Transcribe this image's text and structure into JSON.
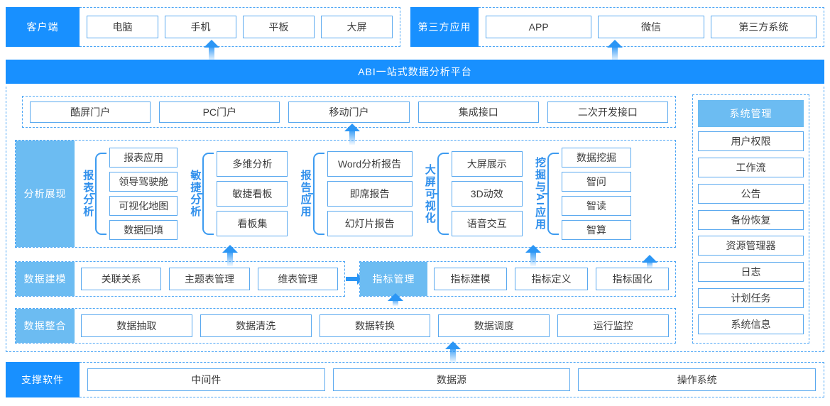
{
  "client": {
    "label": "客户端",
    "items": [
      "电脑",
      "手机",
      "平板",
      "大屏"
    ]
  },
  "third_party": {
    "label": "第三方应用",
    "items": [
      "APP",
      "微信",
      "第三方系统"
    ]
  },
  "banner": {
    "title": "ABI一站式数据分析平台"
  },
  "portal": {
    "items": [
      "酷屏门户",
      "PC门户",
      "移动门户",
      "集成接口",
      "二次开发接口"
    ]
  },
  "analysis": {
    "label": "分析展现",
    "groups": [
      {
        "label": "报表分析",
        "items": [
          "报表应用",
          "领导驾驶舱",
          "可视化地图",
          "数据回填"
        ]
      },
      {
        "label": "敏捷分析",
        "items": [
          "多维分析",
          "敏捷看板",
          "看板集"
        ]
      },
      {
        "label": "报告应用",
        "items": [
          "Word分析报告",
          "即席报告",
          "幻灯片报告"
        ]
      },
      {
        "label": "大屏可视化",
        "items": [
          "大屏展示",
          "3D动效",
          "语音交互"
        ]
      },
      {
        "label": "挖掘与AI应用",
        "items": [
          "数据挖掘",
          "智问",
          "智读",
          "智算"
        ]
      }
    ]
  },
  "modeling": {
    "label": "数据建模",
    "items": [
      "关联关系",
      "主题表管理",
      "维表管理"
    ]
  },
  "metrics": {
    "label": "指标管理",
    "items": [
      "指标建模",
      "指标定义",
      "指标固化"
    ]
  },
  "integration": {
    "label": "数据整合",
    "items": [
      "数据抽取",
      "数据清洗",
      "数据转换",
      "数据调度",
      "运行监控"
    ]
  },
  "system_management": {
    "label": "系统管理",
    "items": [
      "用户权限",
      "工作流",
      "公告",
      "备份恢复",
      "资源管理器",
      "日志",
      "计划任务",
      "系统信息"
    ]
  },
  "support": {
    "label": "支撑软件",
    "items": [
      "中间件",
      "数据源",
      "操作系统"
    ]
  },
  "colors": {
    "primary_blue": "#1890ff",
    "light_blue": "#6cbcf2",
    "border_blue": "#5aa9ef",
    "dash_blue": "#4da6f5",
    "label_text_blue": "#2f8fec"
  }
}
